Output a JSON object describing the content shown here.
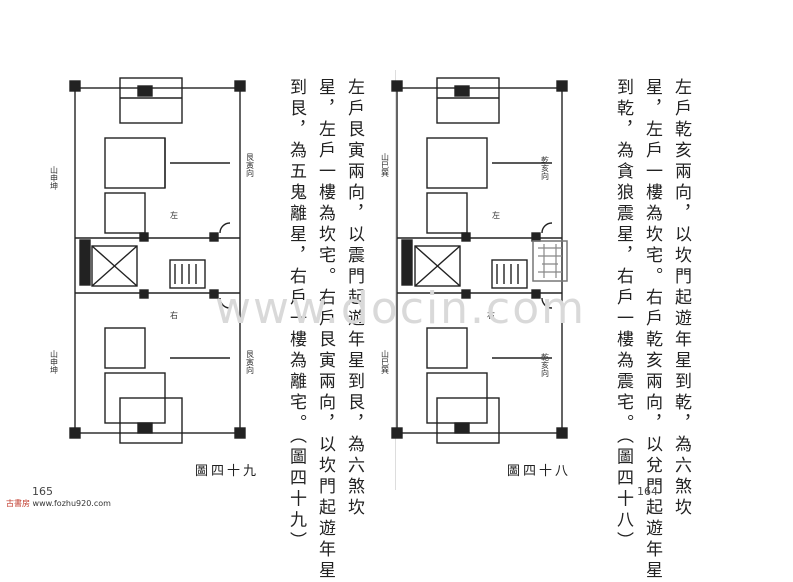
{
  "left_page": {
    "columns": [
      "左戶艮寅兩向，以震門起遊年星到艮，為六煞坎",
      "星，左戶一樓為坎宅。右戶艮寅兩向，以坎門起遊年星",
      "到艮，為五鬼離星，右戶一樓為離宅。（圖四十九）"
    ],
    "caption": "圖四十九",
    "page_number": "165",
    "plan_labels": {
      "left_top": "山申坤",
      "left_bottom": "山申坤",
      "right_top": "艮寅向",
      "right_bottom": "艮寅向",
      "left_unit": "左",
      "right_unit": "右"
    }
  },
  "right_page": {
    "columns": [
      "左戶乾亥兩向，以坎門起遊年星到乾，為六煞坎",
      "星，左戶一樓為坎宅。右戶乾亥兩向，以兌門起遊年星",
      "到乾，為貪狼震星，右戶一樓為震宅。（圖四十八）"
    ],
    "caption": "圖四十八",
    "page_number": "164",
    "plan_labels": {
      "left_top": "山巳巽",
      "left_bottom": "山巳巽",
      "right_top": "乾亥向",
      "right_bottom": "乾亥向",
      "left_unit": "左",
      "right_unit": "右"
    }
  },
  "watermark": "www.docin.com",
  "footer": {
    "brand": "古書房",
    "site": "www.fozhu920.com"
  }
}
